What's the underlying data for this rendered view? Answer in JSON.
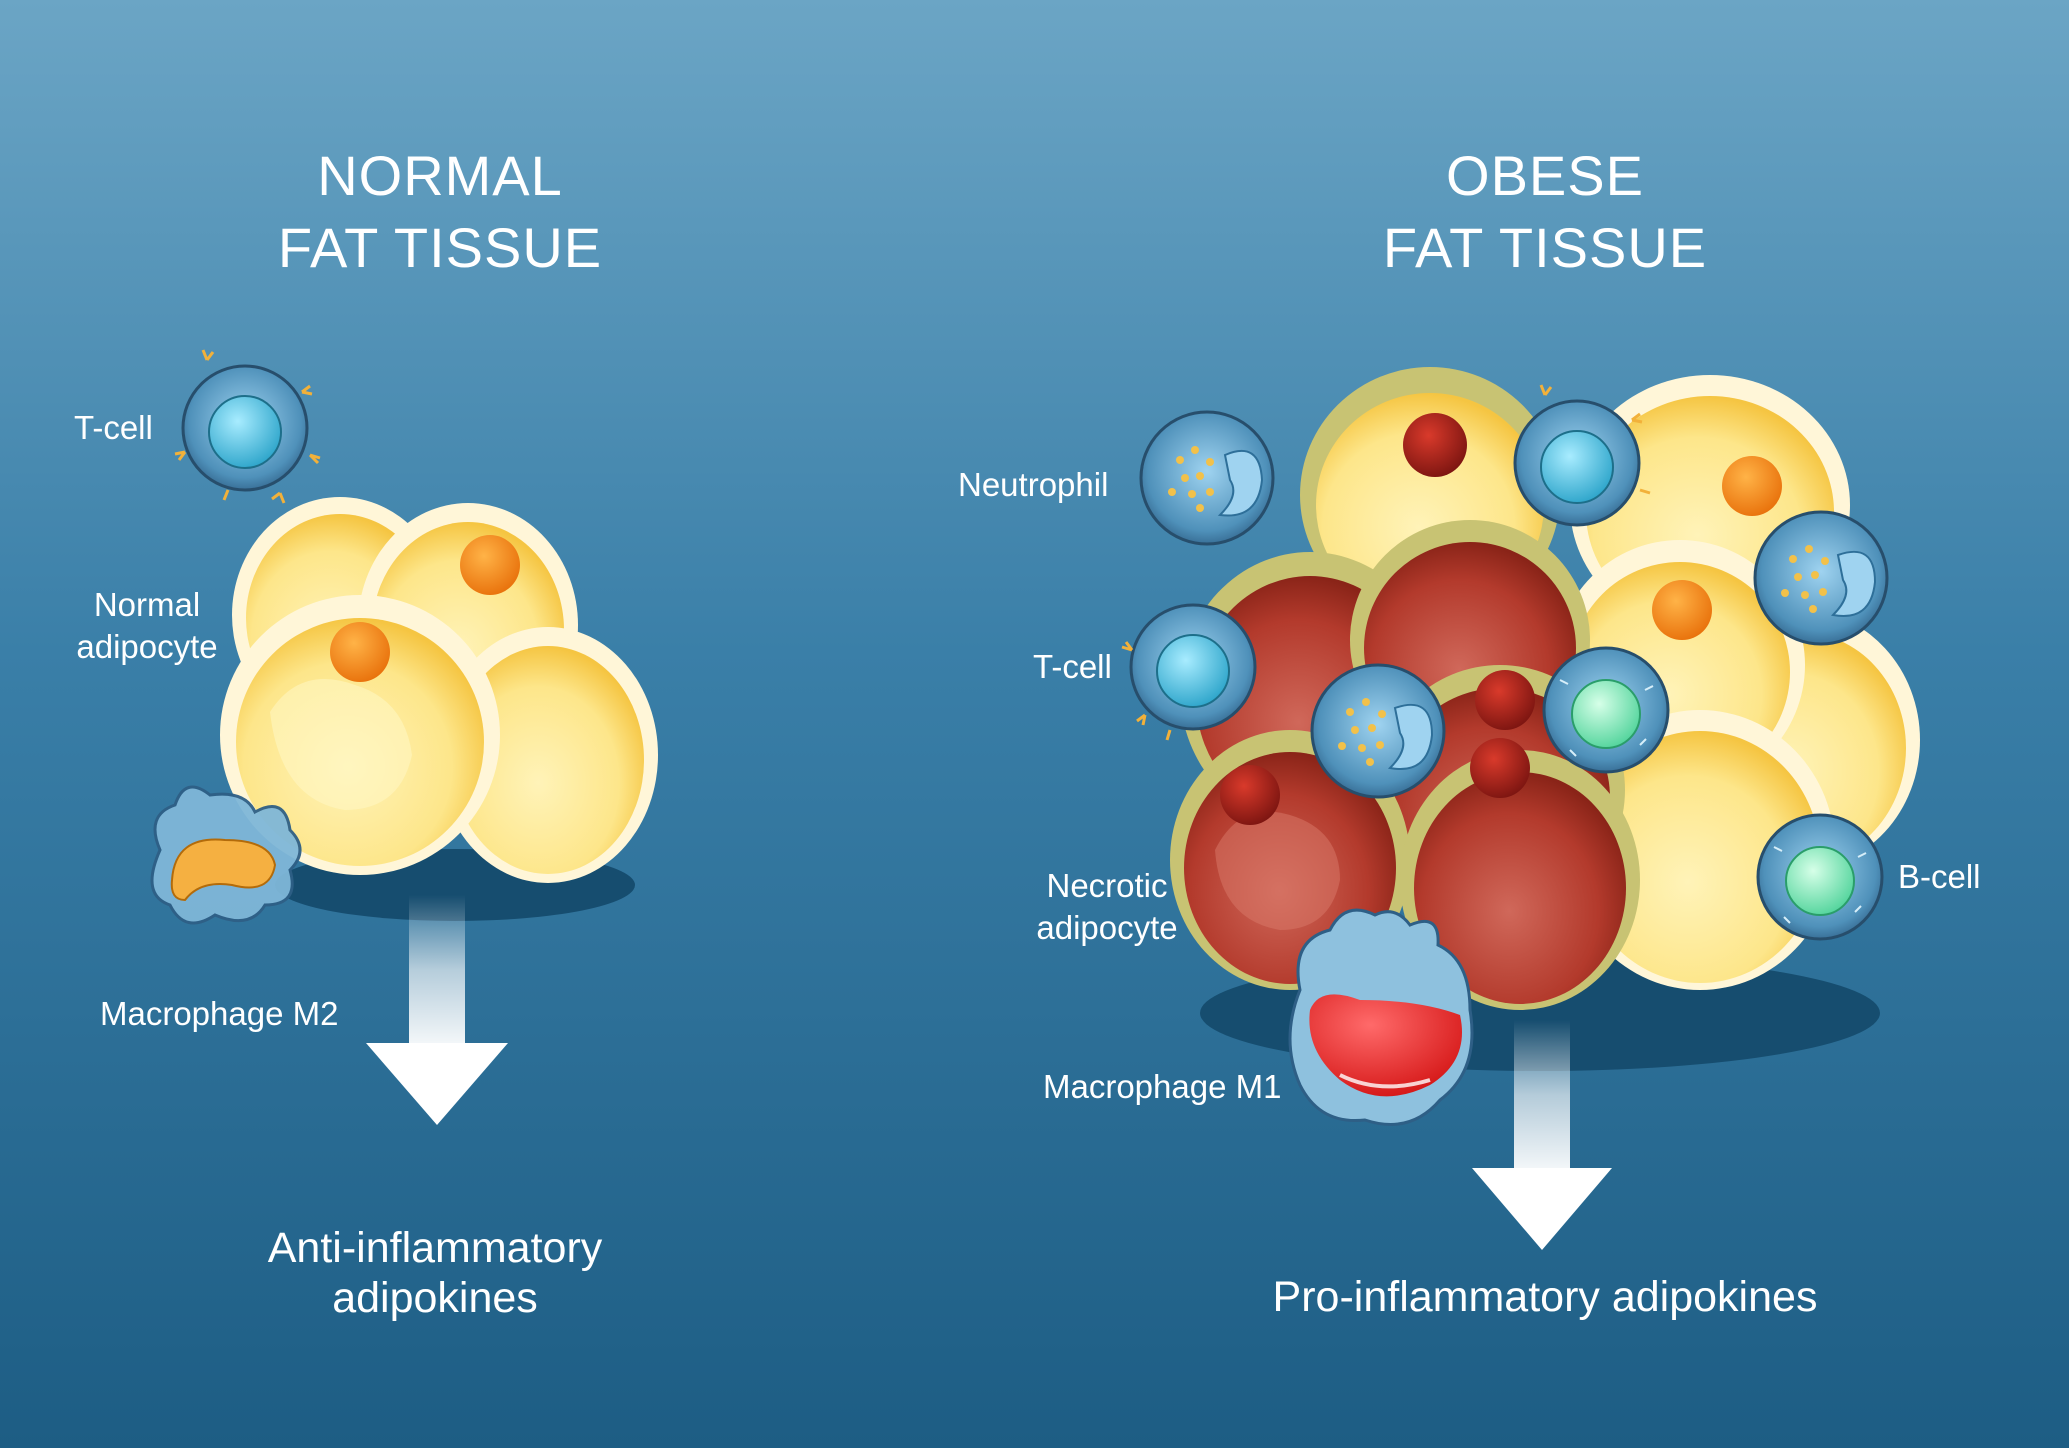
{
  "normal": {
    "title_line1": "NORMAL",
    "title_line2": "FAT TISSUE",
    "labels": {
      "t_cell": "T-cell",
      "adipocyte_line1": "Normal",
      "adipocyte_line2": "adipocyte",
      "macrophage": "Macrophage M2"
    },
    "output_line1": "Anti-inflammatory",
    "output_line2": "adipokines"
  },
  "obese": {
    "title_line1": "OBESE",
    "title_line2": "FAT TISSUE",
    "labels": {
      "neutrophil": "Neutrophil",
      "t_cell": "T-cell",
      "necrotic_line1": "Necrotic",
      "necrotic_line2": "adipocyte",
      "macrophage": "Macrophage M1",
      "b_cell": "B-cell"
    },
    "output": "Pro-inflammatory adipokines"
  },
  "colors": {
    "background_top": "#6aa4c4",
    "background_bottom": "#1f5f85",
    "adipocyte_fill": "#fde68a",
    "adipocyte_nucleus": "#f7931e",
    "necrotic_fill": "#b03a2a",
    "necrotic_rim": "#cfc87a",
    "immune_cell": "#4a8fb8",
    "macrophage_m1": "#e52222",
    "macrophage_m2": "#f5b041",
    "arrow": "#ffffff"
  }
}
